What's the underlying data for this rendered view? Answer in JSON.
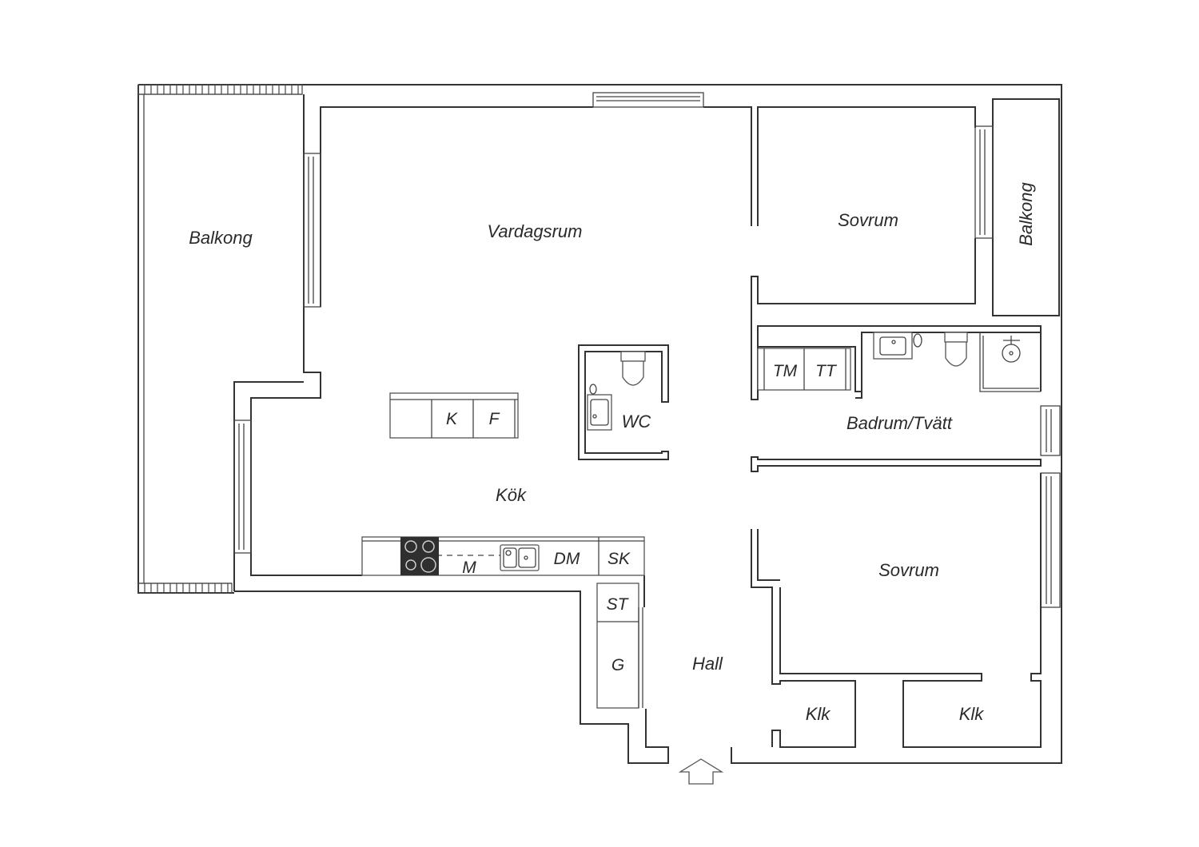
{
  "rooms": {
    "balkong_left": "Balkong",
    "vardagsrum": "Vardagsrum",
    "sovrum_top": "Sovrum",
    "balkong_right": "Balkong",
    "badrum": "Badrum/Tvätt",
    "kok": "Kök",
    "sovrum_bottom": "Sovrum",
    "hall": "Hall",
    "klk_left": "Klk",
    "klk_right": "Klk",
    "wc": "WC"
  },
  "fixtures": {
    "kyl": "K",
    "frys": "F",
    "tvattmaskin": "TM",
    "torktumlare": "TT",
    "mikro": "M",
    "diskmaskin": "DM",
    "stadskap": "SK",
    "stadskap2": "ST",
    "garderob": "G"
  },
  "colors": {
    "wall": "#333333",
    "stove": "#2f2f2f"
  }
}
